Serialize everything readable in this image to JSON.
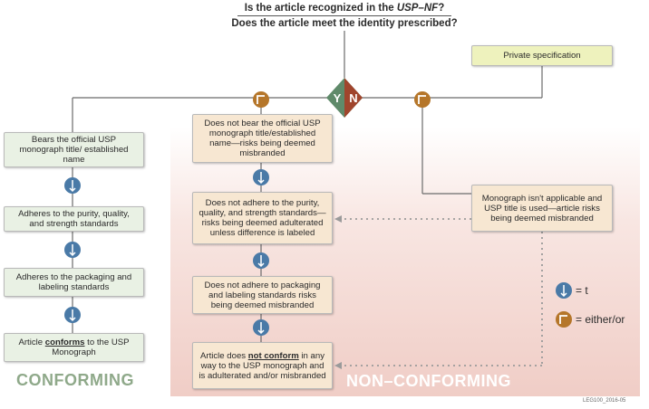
{
  "questions": {
    "q1_prefix": "Is the article recognized in the ",
    "q1_em": "USP–NF",
    "q1_suffix": "?",
    "q2": "Does the article meet the identity prescribed?"
  },
  "decision": {
    "yes": "Y",
    "no": "N",
    "yes_color": "#5f8a6a",
    "no_color": "#a0452d"
  },
  "private_spec": "Private specification",
  "conforming": {
    "label": "CONFORMING",
    "boxes": [
      "Bears the official USP monograph title/ established name",
      "Adheres to the purity, quality, and strength standards",
      "Adheres to the packaging and labeling standards"
    ],
    "final_pre": "Article ",
    "final_em": "conforms",
    "final_post": " to the USP Monograph"
  },
  "nonconforming": {
    "label": "NON–CONFORMING",
    "boxes": [
      "Does not bear the official USP monograph title/established name—risks being deemed misbranded",
      "Does not adhere to the purity, quality, and strength standards—risks being deemed adulterated unless difference is labeled",
      "Does not adhere to packaging and labeling standards risks being deemed misbranded"
    ],
    "final_pre": "Article does ",
    "final_em": "not conform",
    "final_post": " in any way to the USP monograph and is adulterated and/or misbranded"
  },
  "monograph_box": "Monograph isn't applicable and USP title is used—article risks being deemed misbranded",
  "legend": {
    "then": "= t",
    "either_or": "= either/or",
    "then_icon": "down-arrow-icon",
    "either_icon": "corner-icon",
    "blue": "#4a7aa7",
    "brown": "#b5762a"
  },
  "code": "LEG100_2016-05"
}
